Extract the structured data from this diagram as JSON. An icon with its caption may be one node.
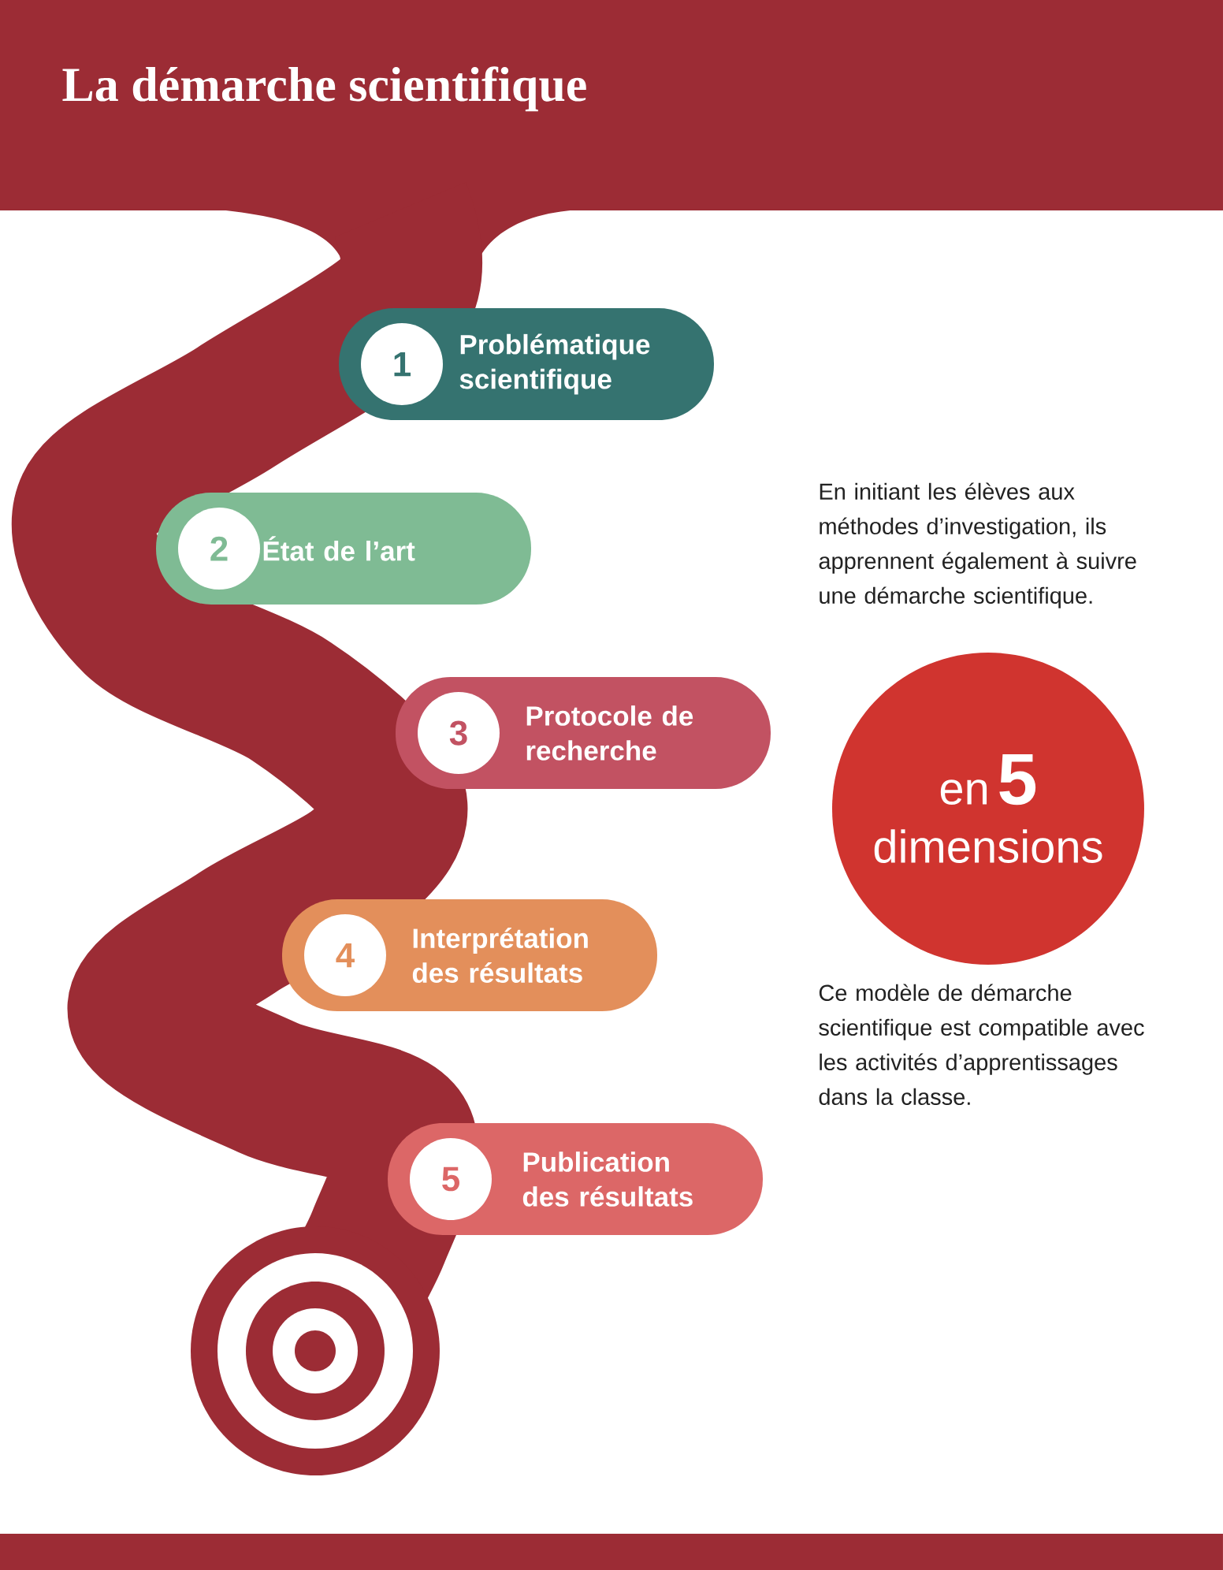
{
  "diagram": {
    "title": "La démarche scientifique",
    "nodes": [
      {
        "text": [
          "1",
          "Problématique scientifique"
        ]
      },
      {
        "text": [
          "2",
          "État de l’art"
        ]
      },
      {
        "text": [
          "3",
          "Protocole de recherche"
        ]
      },
      {
        "text": [
          "4",
          "Interprétation des résultats"
        ]
      },
      {
        "text": [
          "5",
          "Publication des résultats"
        ]
      },
      {
        "text": [
          "en",
          "5",
          "dimensions"
        ]
      }
    ],
    "labels": [
      "En initiant les élèves aux méthodes d’investigation, ils apprennent également à suivre une démarche scientifique.",
      "Ce modèle de démarche scientifique est compatible avec les activités d’apprentissages dans la classe."
    ]
  }
}
